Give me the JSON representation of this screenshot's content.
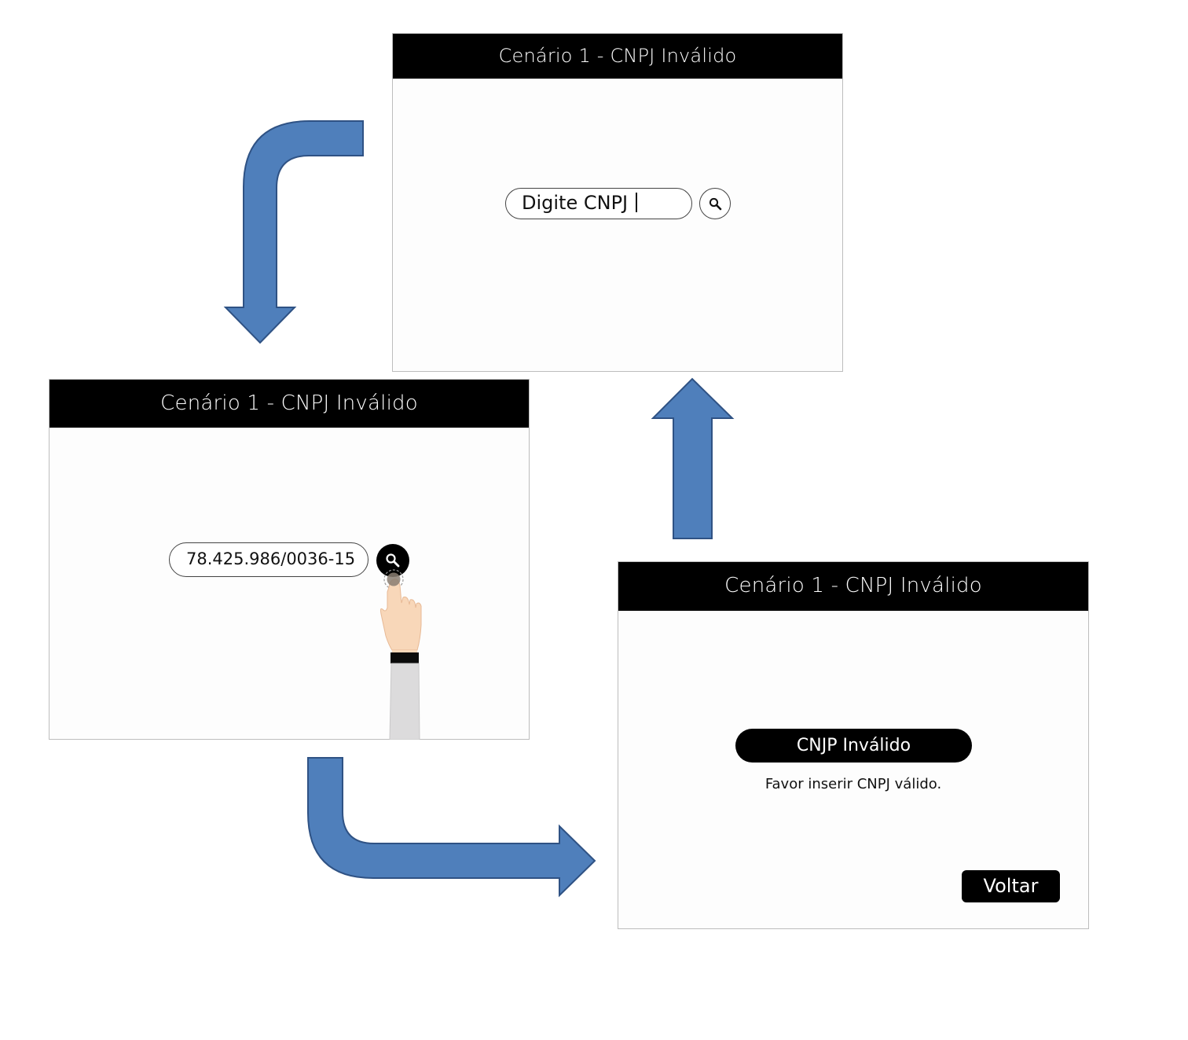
{
  "colors": {
    "arrow_fill": "#4f7fbb",
    "arrow_stroke": "#2f5284",
    "header_bg": "#000000",
    "header_text": "#ffffff",
    "skin": "#f8d7b9",
    "sleeve": "#dcdbdc"
  },
  "screens": [
    {
      "title": "Cenário 1 - CNPJ Inválido",
      "search": {
        "placeholder": "Digite CNPJ",
        "icon": "search-icon"
      }
    },
    {
      "title": "Cenário 1 - CNPJ Inválido",
      "search": {
        "value": "78.425.986/0036-15",
        "icon": "search-icon"
      },
      "pointer": "hand-pointer-icon"
    },
    {
      "title": "Cenário 1 - CNPJ Inválido",
      "error_badge": "CNJP Inválido",
      "message": "Favor inserir CNPJ válido.",
      "back_button": "Voltar"
    }
  ],
  "flow_arrows": [
    "screen-1-to-screen-2",
    "screen-2-to-screen-3",
    "screen-3-to-screen-1"
  ]
}
